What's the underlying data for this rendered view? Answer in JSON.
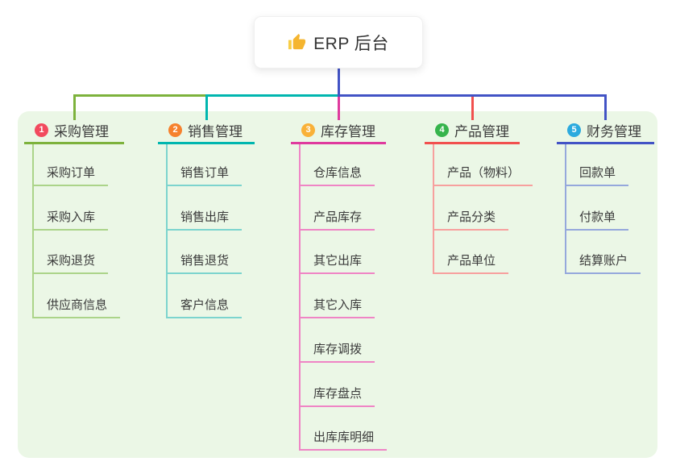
{
  "root": {
    "title": "ERP 后台",
    "icon": "thumbs-up"
  },
  "colors": {
    "canvas": "#ffffff",
    "panel": "#ebf7e6",
    "text": "#3b3b3b",
    "root_line": "#4253c5"
  },
  "branches": [
    {
      "badge": "1",
      "label": "采购管理",
      "badge_color": "#f24a5e",
      "line_color": "#7db23c",
      "child_line_color": "#abd489",
      "children": [
        "采购订单",
        "采购入库",
        "采购退货",
        "供应商信息"
      ]
    },
    {
      "badge": "2",
      "label": "销售管理",
      "badge_color": "#f6812d",
      "line_color": "#00b6af",
      "child_line_color": "#7cd4ce",
      "children": [
        "销售订单",
        "销售出库",
        "销售退货",
        "客户信息"
      ]
    },
    {
      "badge": "3",
      "label": "库存管理",
      "badge_color": "#f9b138",
      "line_color": "#df3a9e",
      "child_line_color": "#ef85c5",
      "children": [
        "仓库信息",
        "产品库存",
        "其它出库",
        "其它入库",
        "库存调拨",
        "库存盘点",
        "出库库明细"
      ]
    },
    {
      "badge": "4",
      "label": "产品管理",
      "badge_color": "#36b44c",
      "line_color": "#f1504e",
      "child_line_color": "#f7a09e",
      "children": [
        "产品（物料）",
        "产品分类",
        "产品单位"
      ]
    },
    {
      "badge": "5",
      "label": "财务管理",
      "badge_color": "#2caade",
      "line_color": "#4253c5",
      "child_line_color": "#95a8dc",
      "children": [
        "回款单",
        "付款单",
        "结算账户"
      ]
    }
  ]
}
